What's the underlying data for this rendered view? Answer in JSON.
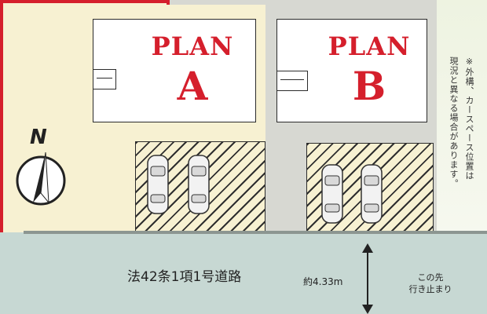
{
  "plan_a": {
    "title": "PLAN",
    "letter": "A"
  },
  "plan_b": {
    "title": "PLAN",
    "letter": "B"
  },
  "north_label": "N",
  "road": {
    "name": "法42条1項1号道路",
    "width": "約4.33m",
    "dead_end_line1": "この先",
    "dead_end_line2": "行き止まり"
  },
  "note": {
    "line1": "※外構、カースペース位置は",
    "line2": "現況と異なる場合があります。"
  },
  "colors": {
    "highlight": "#d51f2c",
    "lot_fill": "#f7f1d2",
    "road_fill": "#c7d8d3"
  }
}
